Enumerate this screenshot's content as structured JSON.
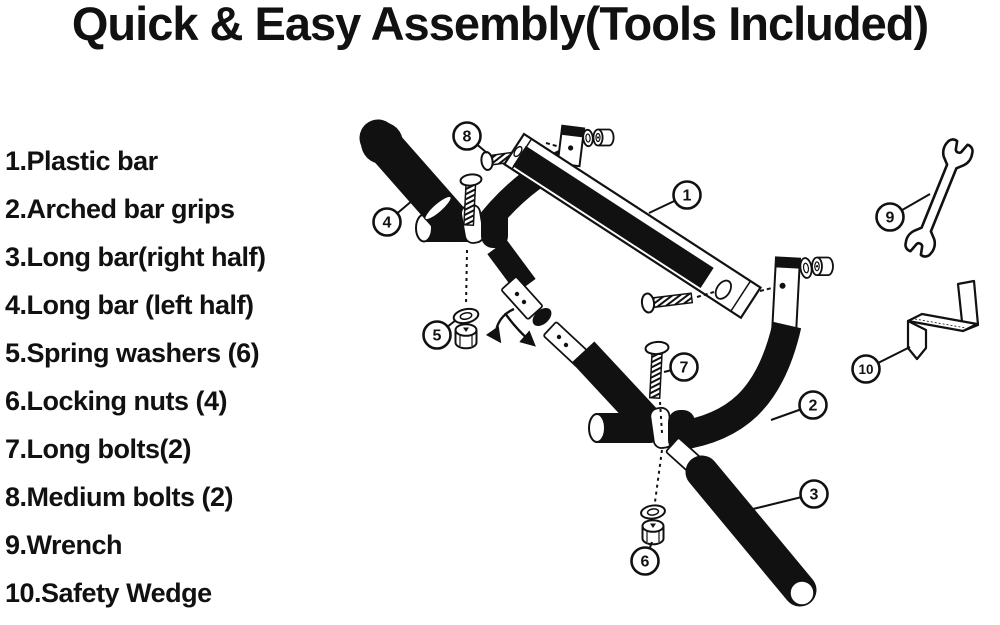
{
  "title": "Quick & Easy Assembly(Tools Included)",
  "parts_list": {
    "items": [
      "1.Plastic bar",
      "2.Arched bar grips",
      "3.Long bar(right half)",
      "4.Long bar (left half)",
      "5.Spring washers (6)",
      "6.Locking nuts (4)",
      "7.Long bolts(2)",
      "8.Medium bolts (2)",
      "9.Wrench",
      "10.Safety Wedge"
    ]
  },
  "diagram": {
    "callouts": [
      {
        "number": "1",
        "part": "Plastic bar"
      },
      {
        "number": "2",
        "part": "Arched bar grips"
      },
      {
        "number": "3",
        "part": "Long bar right half"
      },
      {
        "number": "4",
        "part": "Long bar left half"
      },
      {
        "number": "5",
        "part": "Spring washers"
      },
      {
        "number": "6",
        "part": "Locking nuts"
      },
      {
        "number": "7",
        "part": "Long bolts"
      },
      {
        "number": "8",
        "part": "Medium bolts"
      },
      {
        "number": "9",
        "part": "Wrench"
      },
      {
        "number": "10",
        "part": "Safety Wedge"
      }
    ]
  },
  "colors": {
    "ink": "#111111",
    "background": "#ffffff"
  }
}
